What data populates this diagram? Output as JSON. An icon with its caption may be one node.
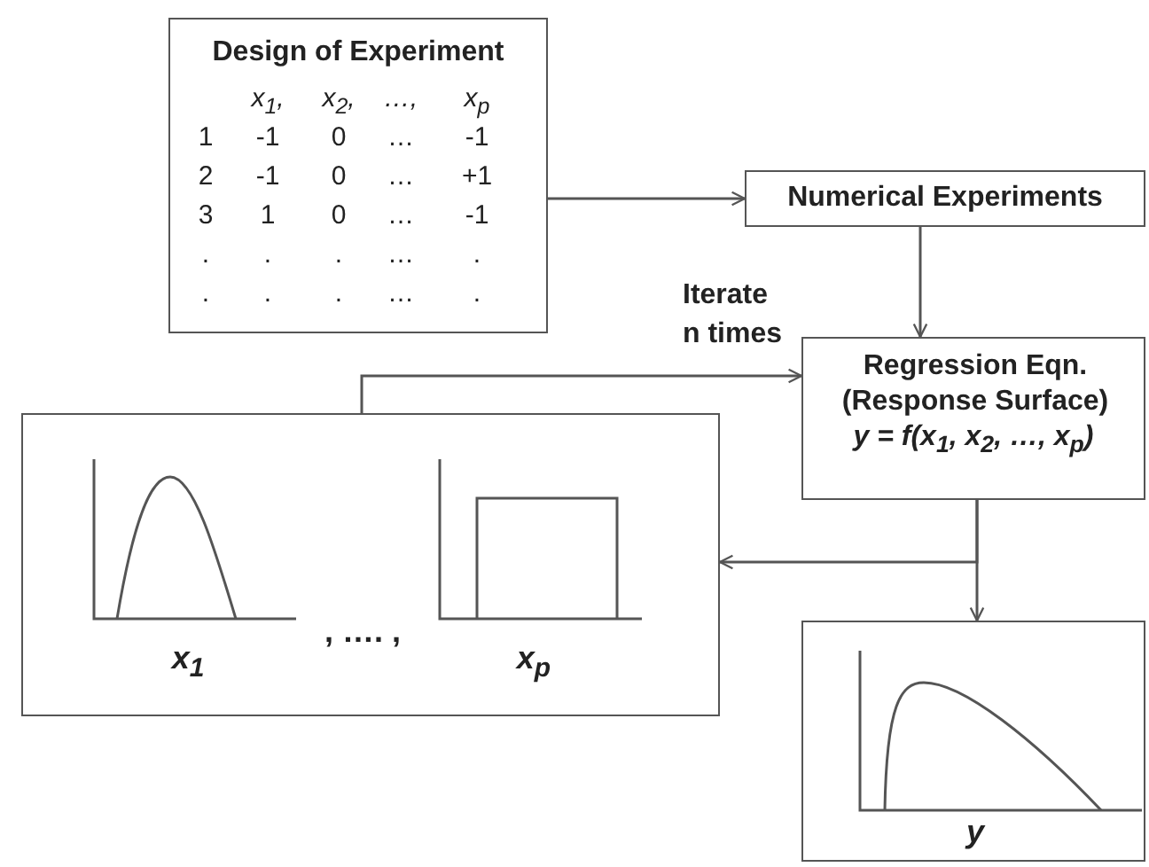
{
  "diagram": {
    "nodes": [
      {
        "text": [
          "Design of Experiment"
        ]
      },
      {
        "text": [
          "Numerical Experiments"
        ]
      },
      {
        "text": [
          "Regression Eqn. (Response Surface)",
          "y = f(x$_{1}$, x$_{2}$, …, x$_{p}$)"
        ]
      },
      {
        "text": [],
        "shape": "box"
      },
      {
        "text": [
          "x$_{1}$"
        ],
        "in": 3
      },
      {
        "text": [
          "x$_{p}$"
        ],
        "in": 3
      },
      {
        "text": [
          "y"
        ]
      }
    ],
    "edges": [
      {
        "from": 0,
        "to": 1,
        "arrow": "to"
      },
      {
        "from": 1,
        "to": 2,
        "arrow": "to"
      },
      {
        "from": 3,
        "to": 2,
        "arrow": "to",
        "label": "Iterate n times"
      },
      {
        "from": 2,
        "to": 3,
        "arrow": "to"
      },
      {
        "from": 2,
        "to": 6,
        "arrow": "to"
      }
    ],
    "labels": [
      "x$_{1}$,",
      "x$_{2}$,",
      "…,",
      "x$_{p}$",
      "1",
      "-1",
      "0",
      "…",
      "-1",
      "2",
      "-1",
      "0",
      "…",
      "+1",
      "3",
      "1",
      "0",
      "…",
      "-1",
      ".",
      ".",
      ".",
      "…",
      ".",
      ".",
      ".",
      ".",
      "…",
      ".",
      ", …. ,"
    ]
  }
}
